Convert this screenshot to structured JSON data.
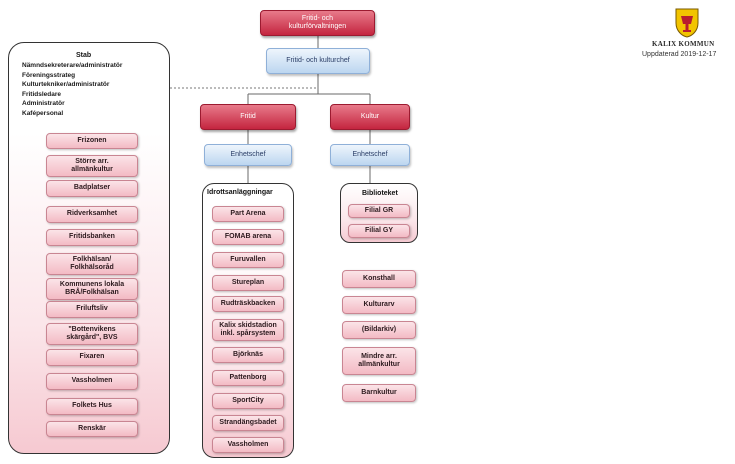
{
  "top": {
    "title": "Fritid- och\nkulturförvaltningen"
  },
  "chief": {
    "title": "Fritid- och kulturchef"
  },
  "fritid": {
    "title": "Fritid",
    "head": "Enhetschef"
  },
  "kultur": {
    "title": "Kultur",
    "head": "Enhetschef"
  },
  "stab": {
    "title": "Stab",
    "roles": [
      "Nämndsekreterare/administratör",
      "Föreningsstrateg",
      "Kulturtekniker/administratör",
      "Fritidsledare",
      "Administratör",
      "Kafépersonal"
    ],
    "units": [
      "Frizonen",
      "Större arr.\nallmänkultur",
      "Badplatser",
      "Ridverksamhet",
      "Fritidsbanken",
      "Folkhälsan/\nFolkhälsoråd",
      "Kommunens lokala\nBRÅ/Folkhälsan",
      "Friluftsliv",
      "\"Bottenvikens\nskärgård\", BVS",
      "Fixaren",
      "Vassholmen",
      "Folkets Hus",
      "Renskär"
    ]
  },
  "idrott": {
    "title": "Idrottsanläggningar",
    "units": [
      "Part Arena",
      "FOMAB arena",
      "Furuvallen",
      "Stureplan",
      "Rudträskbacken",
      "Kalix skidstadion\ninkl. spårsystem",
      "Björknäs",
      "Pattenborg",
      "SportCity",
      "Strandängsbadet",
      "Vassholmen"
    ]
  },
  "bibliotek": {
    "title": "Biblioteket",
    "units": [
      "Filial GR",
      "Filial GY"
    ]
  },
  "kultur_units": [
    "Konsthall",
    "Kulturarv",
    "(Bildarkiv)",
    "Mindre arr.\nallmänkultur",
    "Barnkultur"
  ],
  "header": {
    "org": "KALIX KOMMUN",
    "updated": "Uppdaterad 2019-12-17"
  },
  "colors": {
    "red": "#c4253f",
    "blue": "#bcd6f0",
    "pink": "#f3bac4",
    "logo_yellow": "#f2c400"
  }
}
